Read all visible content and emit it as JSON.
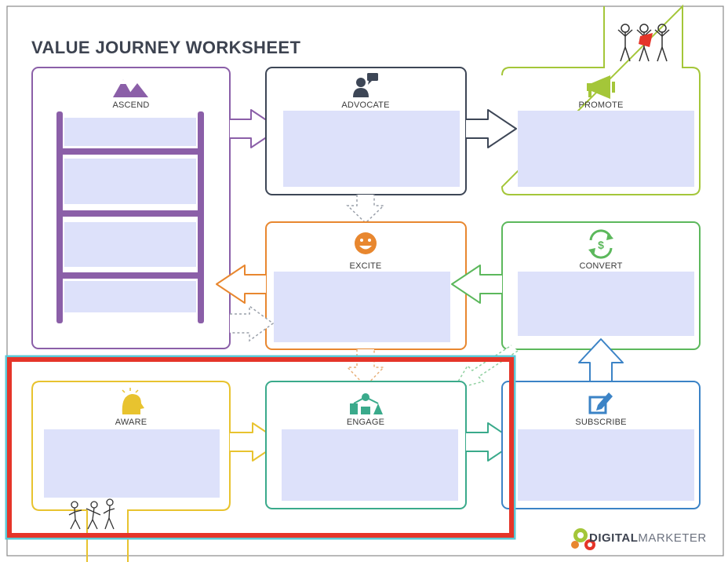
{
  "title": "VALUE JOURNEY WORKSHEET",
  "stages": {
    "ascend": {
      "label": "ASCEND",
      "icon": "mountains-icon",
      "color": "#8b5fa8"
    },
    "advocate": {
      "label": "ADVOCATE",
      "icon": "speaker-bubble-icon",
      "color": "#3d4656"
    },
    "promote": {
      "label": "PROMOTE",
      "icon": "megaphone-icon",
      "color": "#a4c639"
    },
    "excite": {
      "label": "EXCITE",
      "icon": "smiley-icon",
      "color": "#e8872f"
    },
    "convert": {
      "label": "CONVERT",
      "icon": "dollar-cycle-icon",
      "color": "#5cb85c"
    },
    "aware": {
      "label": "AWARE",
      "icon": "lightbulb-head-icon",
      "color": "#e8c32f"
    },
    "engage": {
      "label": "ENGAGE",
      "icon": "people-network-icon",
      "color": "#3aaa8b"
    },
    "subscribe": {
      "label": "SUBSCRIBE",
      "icon": "edit-square-icon",
      "color": "#3b83c6"
    }
  },
  "brand": {
    "name_bold": "DIGITAL",
    "name_light": "MARKETER",
    "icon": "gears-icon"
  },
  "colors": {
    "fill_box": "#dde1fa",
    "highlight_outer": "#5bc8d6",
    "highlight_inner": "#e53529"
  }
}
